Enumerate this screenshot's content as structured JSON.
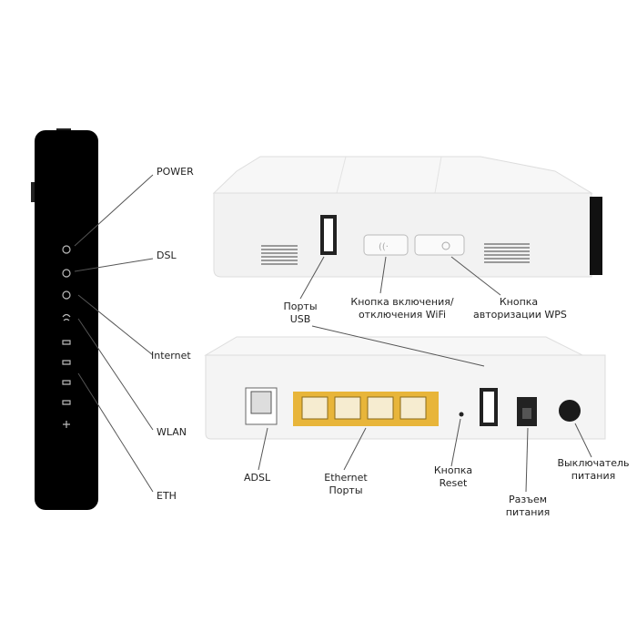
{
  "labels": {
    "power": "POWER",
    "dsl": "DSL",
    "internet": "Internet",
    "wlan": "WLAN",
    "eth": "ETH",
    "usb_ports": [
      "Порты",
      "USB"
    ],
    "wifi_button": [
      "Кнопка включения/",
      "отключения WiFi"
    ],
    "wps_button": [
      "Кнопка",
      "авторизации WPS"
    ],
    "adsl": "ADSL",
    "ethernet_ports": [
      "Ethernet",
      "Порты"
    ],
    "reset_button": [
      "Кнопка",
      "Reset"
    ],
    "power_socket": [
      "Разъем",
      "питания"
    ],
    "power_switch": [
      "Выключатель",
      "питания"
    ]
  },
  "colors": {
    "device_body": "#f4f4f4",
    "front_panel": "#000000",
    "ethernet_port": "#e8b53a",
    "leader_line": "#555555"
  }
}
